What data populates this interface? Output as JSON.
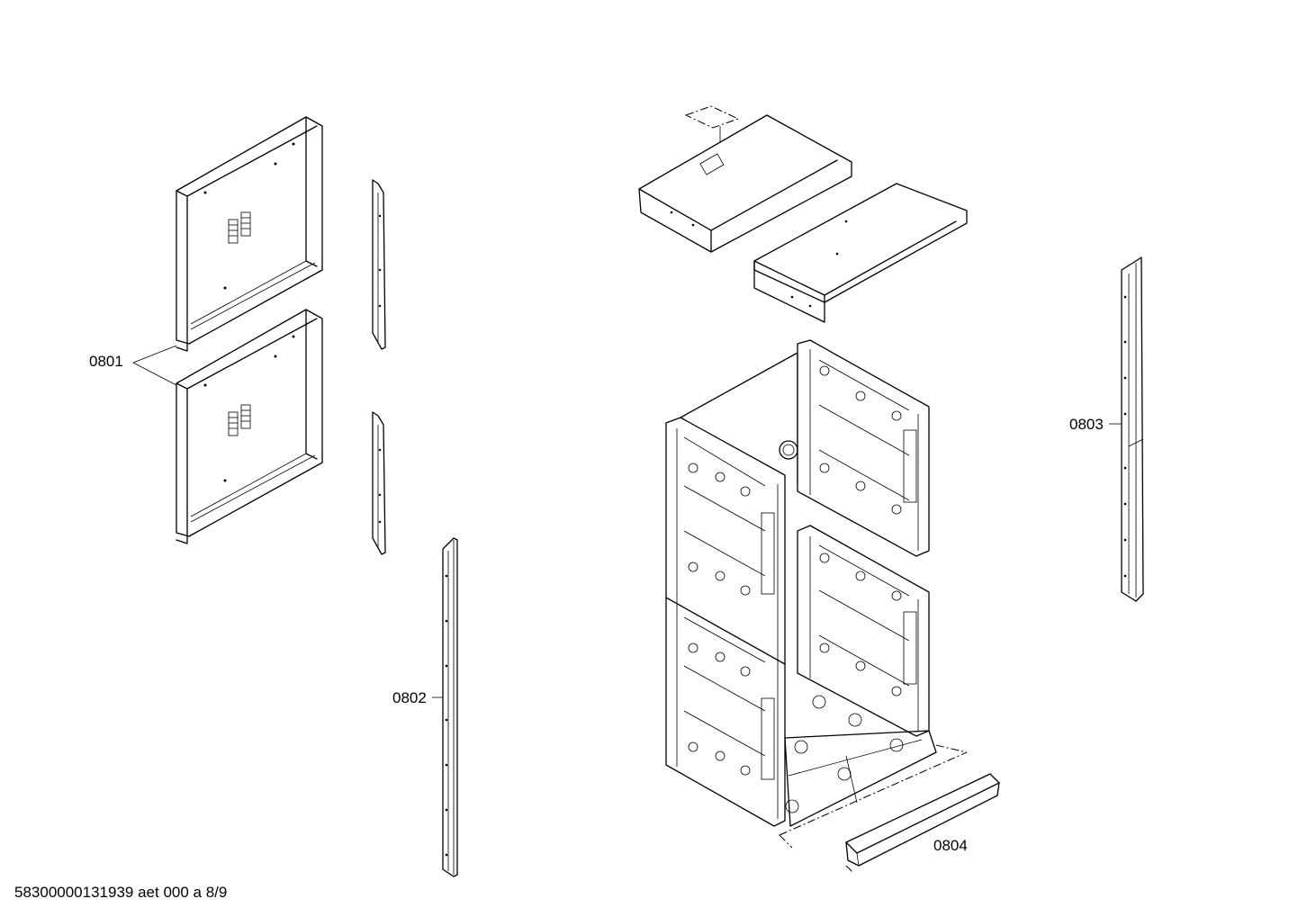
{
  "parts": [
    {
      "id": "side-panels",
      "label": "0801"
    },
    {
      "id": "front-rail",
      "label": "0802"
    },
    {
      "id": "side-rail",
      "label": "0803"
    },
    {
      "id": "bottom-strip",
      "label": "0804"
    }
  ],
  "footer": {
    "document_id": "58300000131939 aet 000 a 8/9"
  }
}
